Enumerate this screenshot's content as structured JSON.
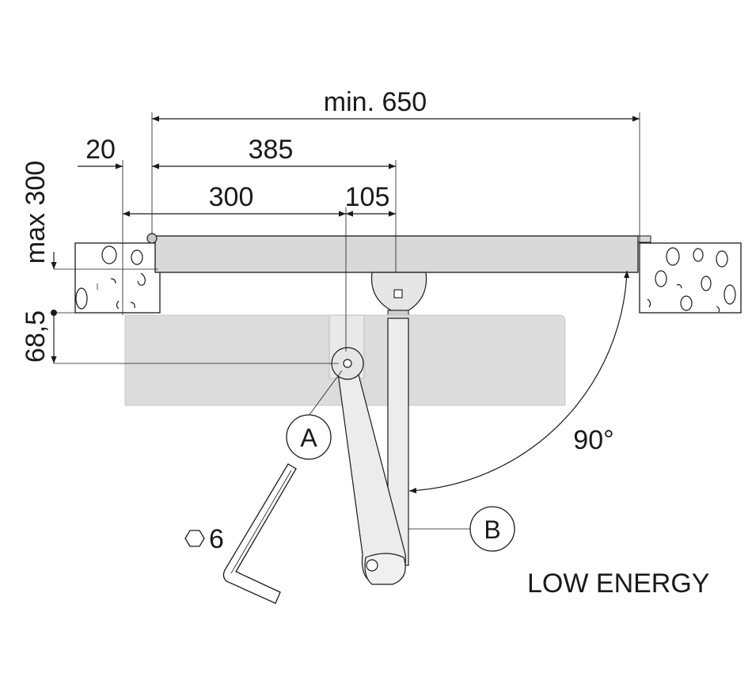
{
  "dimensions": {
    "min_width": "min. 650",
    "offset_20": "20",
    "dist_385": "385",
    "dist_300": "300",
    "dist_105": "105",
    "max_300": "max 300",
    "height_68_5": "68,5",
    "angle": "90°"
  },
  "callouts": {
    "a": "A",
    "b": "B",
    "hex_key": "6"
  },
  "mode_label": "LOW ENERGY",
  "colors": {
    "line": "#1a1a1a",
    "door_fill": "#d9d9d9",
    "closer_fill": "#dcdcdc",
    "arm_fill": "#ececec"
  }
}
